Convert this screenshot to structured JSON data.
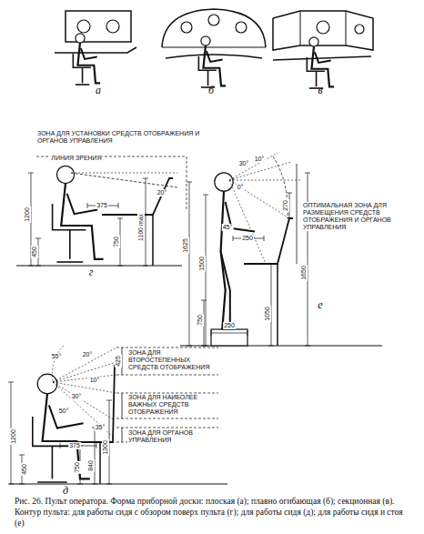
{
  "diagram": {
    "caption": "Рис. 26. Пульт оператора. Форма приборной доски: плоская (а); плавно огибающая (б); секционная (в). Контур пульта: для работы сидя с обзором поверх пульта (г); для работы сидя (д); для работы сидя и стоя (е)",
    "labels": [
      "а",
      "б",
      "в",
      "ЗОНА ДЛЯ УСТАНОВКИ СРЕДСТВ ОТОБРАЖЕНИЯ И ОРГАНОВ УПРАВЛЕНИЯ",
      "ЛИНИЯ ЗРЕНИЯ",
      "20°",
      "375",
      "1200",
      "450",
      "750",
      "1100 max",
      "г",
      "10°",
      "30°",
      "0°",
      "270",
      "ОПТИМАЛЬНАЯ ЗОНА ДЛЯ РАЗМЕЩЕНИЯ СРЕДСТВ ОТОБРАЖЕНИЯ И ОРГАНОВ УПРАВЛЕНИЯ",
      "45°",
      "250",
      "1625",
      "1500",
      "750",
      "1050",
      "1650",
      "250",
      "е",
      "ЗОНА ДЛЯ ВТОРОСТЕПЕННЫХ СРЕДСТВ ОТОБРАЖЕНИЯ",
      "425",
      "55°",
      "20°",
      "10°",
      "30°",
      "50°",
      "ЗОНА ДЛЯ НАИБОЛЕЕ ВАЖНЫХ СРЕДСТВ ОТОБРАЖЕНИЯ",
      "35°",
      "ЗОНА ДЛЯ ОРГАНОВ УПРАВЛЕНИЯ",
      "1200",
      "450",
      "375",
      "750",
      "840",
      "1300",
      "д"
    ]
  }
}
